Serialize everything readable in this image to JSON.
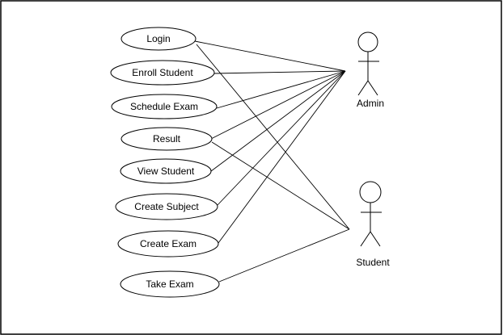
{
  "diagram": {
    "use_cases": [
      {
        "id": "login",
        "label": "Login"
      },
      {
        "id": "enroll",
        "label": "Enroll Student"
      },
      {
        "id": "schedule",
        "label": "Schedule Exam"
      },
      {
        "id": "result",
        "label": "Result"
      },
      {
        "id": "view",
        "label": "View Student"
      },
      {
        "id": "subject",
        "label": "Create Subject"
      },
      {
        "id": "exam",
        "label": "Create Exam"
      },
      {
        "id": "take",
        "label": "Take Exam"
      }
    ],
    "actors": [
      {
        "id": "admin",
        "label": "Admin"
      },
      {
        "id": "student",
        "label": "Student"
      }
    ],
    "associations": [
      {
        "from": "login",
        "to": "admin"
      },
      {
        "from": "login",
        "to": "student"
      },
      {
        "from": "enroll",
        "to": "admin"
      },
      {
        "from": "schedule",
        "to": "admin"
      },
      {
        "from": "result",
        "to": "admin"
      },
      {
        "from": "result",
        "to": "student"
      },
      {
        "from": "view",
        "to": "admin"
      },
      {
        "from": "subject",
        "to": "admin"
      },
      {
        "from": "exam",
        "to": "admin"
      },
      {
        "from": "take",
        "to": "student"
      }
    ]
  }
}
